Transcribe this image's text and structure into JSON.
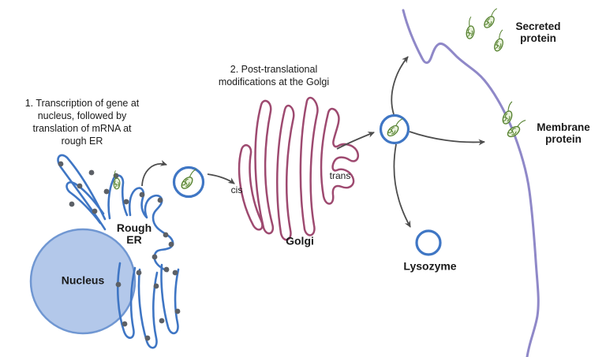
{
  "labels": {
    "step1": "1. Transcription of gene at\nnucleus, followed by\ntranslation of mRNA at\nrough ER",
    "step2": "2. Post-translational\nmodifications at the Golgi",
    "nucleus": "Nucleus",
    "rough_er": "Rough\nER",
    "golgi": "Golgi",
    "cis": "cis",
    "trans": "trans",
    "lysozyme": "Lysozyme",
    "secreted_protein": "Secreted\nprotein",
    "membrane_protein": "Membrane\nprotein"
  },
  "colors": {
    "er_blue": "#3f76c4",
    "nucleus_fill": "#b3c8ea",
    "nucleus_stroke": "#7097d2",
    "golgi": "#9e4a70",
    "membrane_purple": "#8f88c8",
    "arrow": "#4d4d4d",
    "ribosome": "#5c6066",
    "protein_stroke": "#55812f",
    "protein_fill": "#e9f2dc",
    "text": "#1a1a1a"
  }
}
